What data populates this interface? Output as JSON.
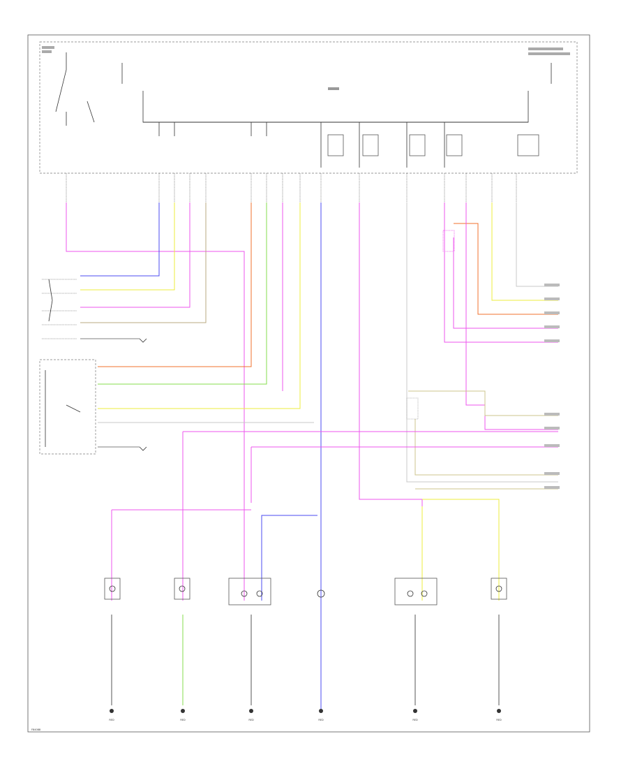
{
  "colors": {
    "pink": "#ee55ee",
    "blue": "#4b4bf2",
    "yellow": "#ecec3c",
    "green": "#86dc4c",
    "orange": "#f0702c",
    "tan": "#ccc48c",
    "grey": "#c8c8c8",
    "violet": "#c47ae0"
  },
  "footer_code": "F84088",
  "grounds": [
    {
      "id": "g1",
      "text": "RED"
    },
    {
      "id": "g2",
      "text": "RED"
    },
    {
      "id": "g3",
      "text": "RED"
    },
    {
      "id": "g4",
      "text": "RED"
    },
    {
      "id": "g5",
      "text": "RED"
    },
    {
      "id": "g6",
      "text": "RED"
    }
  ]
}
